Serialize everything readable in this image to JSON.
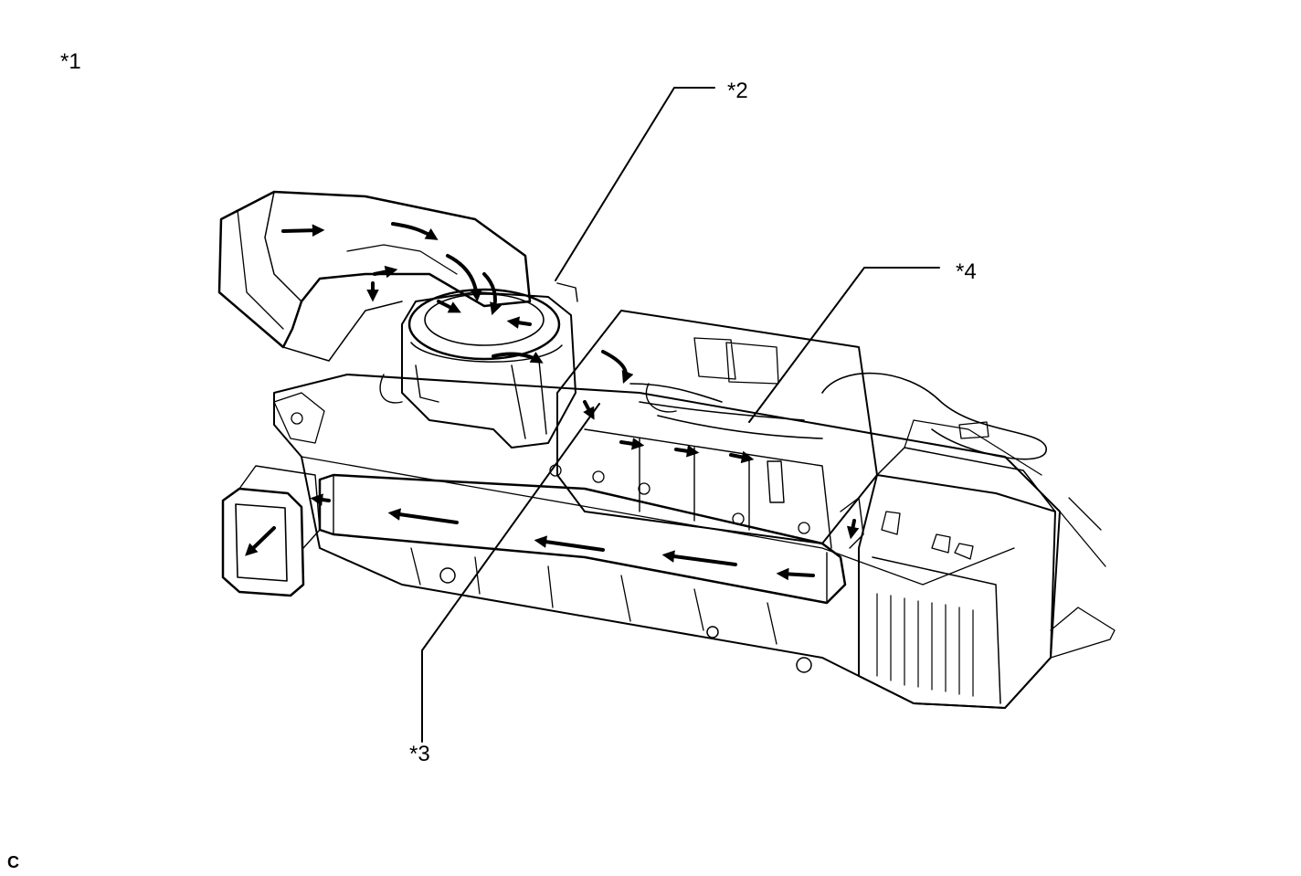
{
  "labels": {
    "view": "*1",
    "part_2": "*2",
    "part_3": "*3",
    "part_4": "*4"
  },
  "corner_mark": "C",
  "colors": {
    "line": "#000000",
    "background": "#ffffff"
  }
}
